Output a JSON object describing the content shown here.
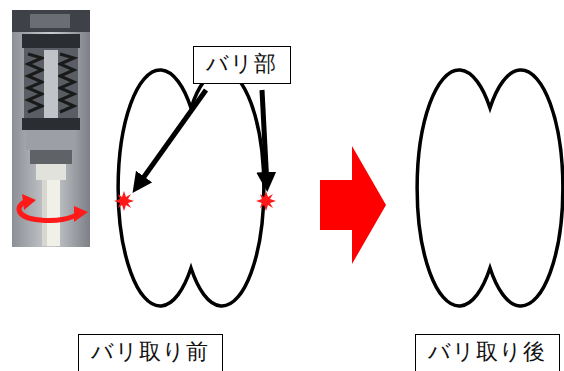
{
  "diagram": {
    "nodes": [
      {
        "text": [
          "バリ部"
        ]
      },
      {
        "text": [
          "バリ取り前"
        ]
      },
      {
        "text": [
          "バリ取り後"
        ]
      }
    ]
  }
}
